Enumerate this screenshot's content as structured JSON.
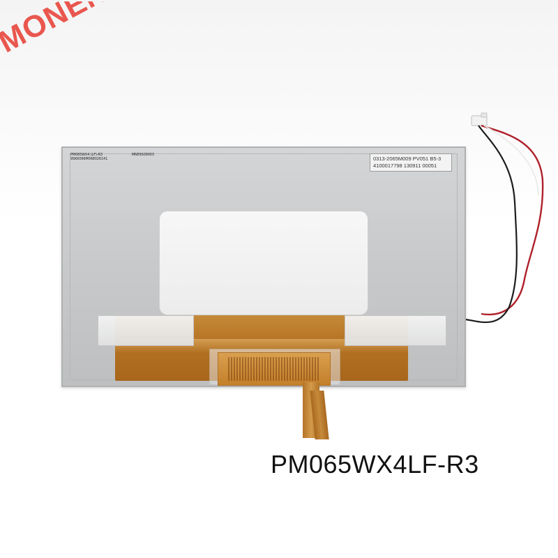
{
  "watermark": {
    "text": "MONENG"
  },
  "panel": {
    "sticker_left": {
      "line1_a": "PM065WX4 (LF)-R3",
      "line1_b": "MNE9S09003",
      "line2": "9SKK066M068026141"
    },
    "sticker_right": {
      "line1": "0313-2065M009  PV051  B5-3",
      "line2": "4100017798  130911  00051"
    }
  },
  "caption": {
    "text": "PM065WX4LF-R3"
  },
  "colors": {
    "watermark": "#e8463c",
    "panel": "#c7c9ca",
    "flex_cable": "#b57324",
    "wire_red": "#b0202a",
    "wire_black": "#1c1c1c"
  }
}
